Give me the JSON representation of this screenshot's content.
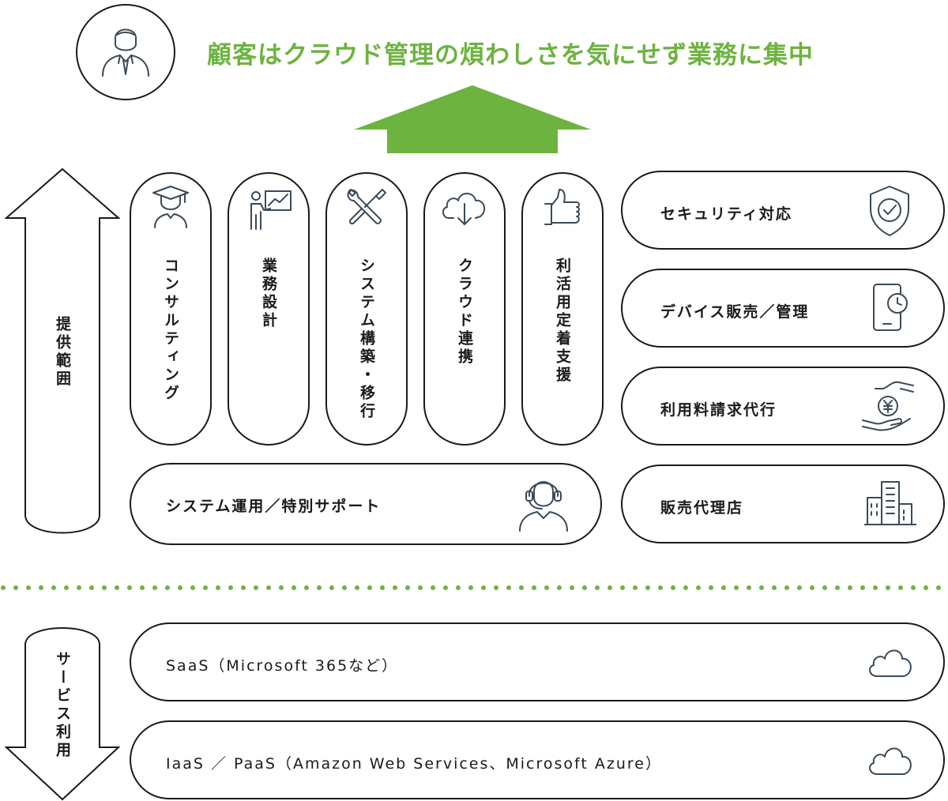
{
  "headline": "顧客はクラウド管理の煩わしさを気にせず業務に集中",
  "colors": {
    "accent": "#6db33f",
    "stroke": "#1a1a1a",
    "icon": "#3a4a5a"
  },
  "left_arrows": {
    "scope": "提供範囲",
    "service_use": "サービス利用"
  },
  "vertical_services": [
    {
      "label": "コンサルティング",
      "icon": "graduate-icon"
    },
    {
      "label": "業務設計",
      "icon": "presentation-icon"
    },
    {
      "label": "システム構築・移行",
      "icon": "wrench-screwdriver-icon"
    },
    {
      "label": "クラウド連携",
      "icon": "cloud-download-icon"
    },
    {
      "label": "利活用定着支援",
      "icon": "thumbs-up-icon"
    }
  ],
  "operation": {
    "label": "システム運用／特別サポート",
    "icon": "headset-icon"
  },
  "right_services": [
    {
      "label": "セキュリティ対応",
      "icon": "shield-check-icon"
    },
    {
      "label": "デバイス販売／管理",
      "icon": "smartphone-clock-icon"
    },
    {
      "label": "利用料請求代行",
      "icon": "yen-hands-icon"
    },
    {
      "label": "販売代理店",
      "icon": "buildings-icon"
    }
  ],
  "cloud_services": [
    {
      "label": "SaaS（Microsoft 365など）",
      "icon": "cloud-icon"
    },
    {
      "label": "IaaS ／ PaaS（Amazon Web Services、Microsoft Azure）",
      "icon": "cloud-icon"
    }
  ]
}
